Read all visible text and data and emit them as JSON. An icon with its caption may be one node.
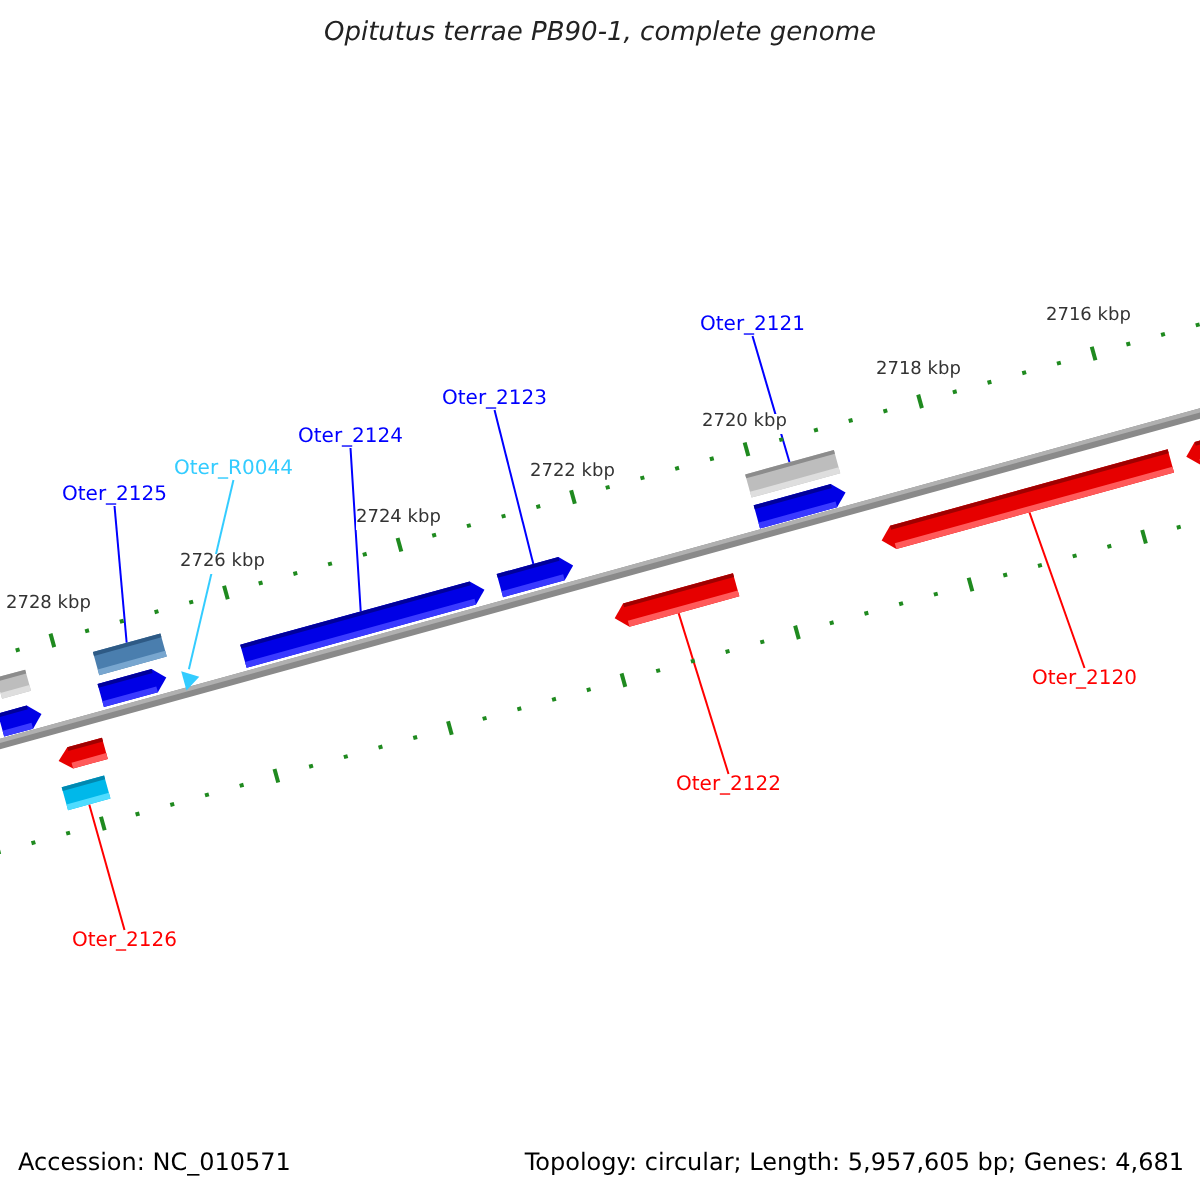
{
  "diagram": {
    "title": "Opitutus terrae PB90-1, complete genome",
    "nodes": [
      {
        "text": [
          "Oter_2125"
        ]
      },
      {
        "text": [],
        "shape": "box"
      },
      {
        "text": [
          "Oter_R0044"
        ]
      },
      {
        "text": [],
        "shape": "triangle"
      },
      {
        "text": [
          "Oter_2124"
        ]
      },
      {
        "text": [],
        "shape": "bar"
      },
      {
        "text": [
          "Oter_2123"
        ]
      },
      {
        "text": [],
        "shape": "bar"
      },
      {
        "text": [
          "Oter_2121"
        ]
      },
      {
        "text": [],
        "shape": "box"
      },
      {
        "text": [
          "Oter_2122"
        ]
      },
      {
        "text": [],
        "shape": "bar"
      },
      {
        "text": [
          "Oter_2120"
        ]
      },
      {
        "text": [],
        "shape": "bar"
      },
      {
        "text": [
          "Oter_2126"
        ]
      },
      {
        "text": [],
        "shape": "box"
      },
      {
        "text": [],
        "shape": "box"
      },
      {
        "text": [],
        "shape": "bar"
      },
      {
        "text": [],
        "shape": "bar"
      },
      {
        "text": [],
        "shape": "bar"
      },
      {
        "text": [],
        "shape": "bar"
      },
      {
        "text": [],
        "shape": "bar"
      }
    ],
    "edges": [
      {
        "from": 0,
        "to": 1,
        "arrow": "none"
      },
      {
        "from": 2,
        "to": 3,
        "arrow": "none",
        "color": "#33ccff"
      },
      {
        "from": 4,
        "to": 5,
        "arrow": "none"
      },
      {
        "from": 6,
        "to": 7,
        "arrow": "none"
      },
      {
        "from": 8,
        "to": 9,
        "arrow": "none"
      },
      {
        "from": 10,
        "to": 11,
        "arrow": "none",
        "color": "#ff0000"
      },
      {
        "from": 12,
        "to": 13,
        "arrow": "none",
        "color": "#ff0000"
      },
      {
        "from": 14,
        "to": 15,
        "arrow": "none",
        "color": "#ff0000"
      }
    ],
    "labels": [
      "2728 kbp",
      "2726 kbp",
      "2724 kbp",
      "2722 kbp",
      "2720 kbp",
      "2718 kbp",
      "2716 kbp",
      "Accession: NC_010571",
      "Topology: circular; Length: 5,957,605 bp; Genes: 4,681"
    ]
  }
}
